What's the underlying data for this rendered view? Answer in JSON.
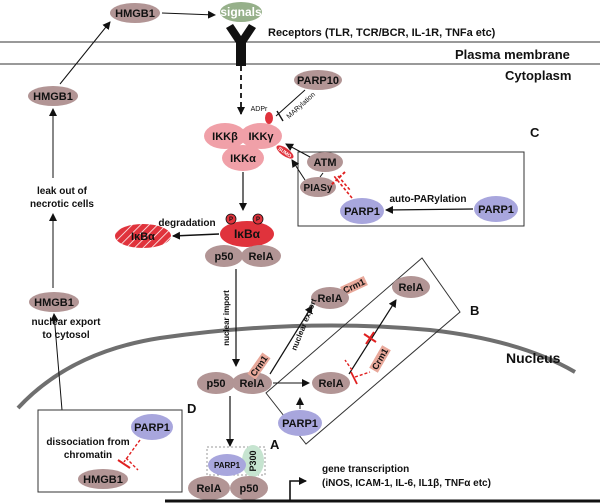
{
  "colors": {
    "protein_brown": "#b29595",
    "ikk_pink": "#f0a0a8",
    "ikba_red": "#e0333c",
    "parp_purple": "#a8a6dd",
    "crm1_salmon": "#e8a89a",
    "signals_green": "#96b08a",
    "inhibit_red": "#e02020",
    "nucleus_gray": "#6f6f6f",
    "p300_green": "#c6e4d0"
  },
  "membrane": {
    "receptors_label": "Receptors (TLR, TCR/BCR, IL-1R, TNFa etc)",
    "plasma_membrane": "Plasma membrane",
    "cytoplasm": "Cytoplasm",
    "nucleus": "Nucleus"
  },
  "signals": "signals",
  "hmgb1": {
    "top": "HMGB1",
    "left_upper": "HMGB1",
    "left_lower": "HMGB1",
    "box_d": "HMGB1",
    "leak_text_1": "leak out of",
    "leak_text_2": "necrotic cells",
    "export_text_1": "nuclear export",
    "export_text_2": "to cytosol"
  },
  "ikk": {
    "beta": "IKKβ",
    "gamma": "IKKγ",
    "alpha": "IKKα",
    "adpr": "ADPr",
    "sumo": "SUMO"
  },
  "parp10": "PARP10",
  "marylation": "MARylation",
  "box_c": {
    "letter": "C",
    "atm": "ATM",
    "piasy": "PIASy",
    "parp1_inner": "PARP1",
    "parp1_outer": "PARP1",
    "auto_parylation": "auto-PARylation"
  },
  "ikba": {
    "degradation": "degradation",
    "degraded": "IκBα",
    "complex": "IκBα",
    "p": "P",
    "p50": "p50",
    "rela": "RelA"
  },
  "nuclear_import": "nuclear import",
  "nuclear_export": "nuclear export",
  "crm1": "Crm1",
  "top_rela": {
    "crm1": "Crm1",
    "rela": "RelA"
  },
  "box_b": {
    "letter": "B",
    "rela_top": "RelA",
    "crm1": "Crm1",
    "rela": "RelA",
    "parp1": "PARP1"
  },
  "nuclear_complex": {
    "p50": "p50",
    "rela": "RelA",
    "crm1": "Crm1"
  },
  "box_a": {
    "letter": "A",
    "parp1": "PARP1",
    "p300": "P300",
    "rela": "RelA",
    "p50": "p50"
  },
  "box_d": {
    "letter": "D",
    "parp1": "PARP1",
    "dissociation_1": "dissociation from",
    "dissociation_2": "chromatin"
  },
  "gene_transcription": {
    "title": "gene transcription",
    "genes": "(iNOS, ICAM-1, IL-6, IL1β, TNFα etc)"
  }
}
